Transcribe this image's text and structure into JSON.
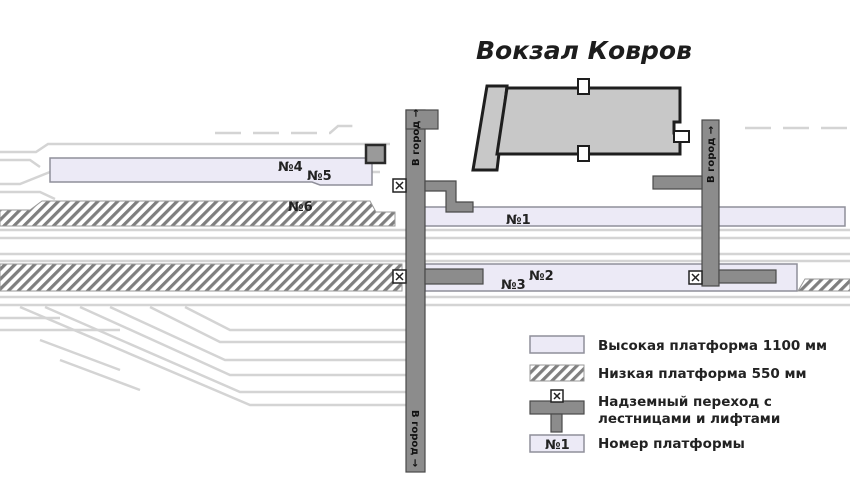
{
  "map": {
    "title": "Вокзал Ковров",
    "platforms": [
      {
        "number": "№1",
        "type": "high"
      },
      {
        "number": "№2",
        "type": "high"
      },
      {
        "number": "№3",
        "type": "low"
      },
      {
        "number": "№4",
        "type": "high"
      },
      {
        "number": "№5",
        "type": "high"
      },
      {
        "number": "№6",
        "type": "low"
      }
    ],
    "overpass_labels": {
      "main_top": "В город →",
      "main_bottom": "В город →",
      "east_top": "В город →"
    },
    "legend": {
      "high_platform": "Высокая платформа 1100 мм",
      "low_platform": "Низкая платформа 550 мм",
      "overpass_line1": "Надземный переход с",
      "overpass_line2": "лестницами и лифтами",
      "sample_number": "№1",
      "platform_number": "Номер платформы"
    },
    "colors": {
      "high_platform_fill": "#eceaf6",
      "overpass_fill": "#8c8c8c",
      "station_building_fill": "#c8c8c8",
      "track": "#d4d4d4"
    }
  }
}
